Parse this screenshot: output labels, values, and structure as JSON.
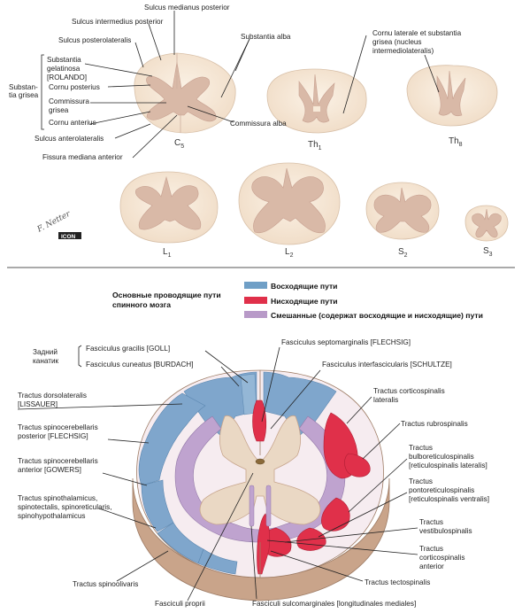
{
  "sections": {
    "top": {
      "left_labels": [
        "Sulcus medianus posterior",
        "Sulcus intermedius posterior",
        "Sulcus posterolateralis",
        "Substantia",
        "gelatinosa",
        "[ROLANDO]",
        "Cornu posterius",
        "Commissura",
        "grisea",
        "Cornu anterius",
        "Sulcus anterolateralis",
        "Fissura mediana anterior"
      ],
      "side_label_1": "Substan-",
      "side_label_2": "tia grisea",
      "substantia_alba": "Substantia alba",
      "commissura_alba": "Commissura alba",
      "cornu_laterale": [
        "Cornu laterale et substantia",
        "grisea (nucleus",
        "intermediolateralis)"
      ],
      "segments": [
        "C5",
        "Th1",
        "Th8",
        "L1",
        "L2",
        "S2",
        "S3"
      ],
      "signature": "F. Netter",
      "stamp": "ICON"
    },
    "bottom": {
      "title_1": "Основные проводящие пути",
      "title_2": "спинного мозга",
      "legend": [
        {
          "label": "Восходящие пути",
          "color": "#6f9fc6"
        },
        {
          "label": "Нисходящие пути",
          "color": "#e0304a"
        },
        {
          "label": "Смешанные (содержат восходящие и нисходящие) пути",
          "color": "#b89ac8"
        }
      ],
      "zadny_1": "Задний",
      "zadny_2": "канатик",
      "labels": {
        "goll": "Fasciculus gracilis [GOLL]",
        "burdach": "Fasciculus cuneatus [BURDACH]",
        "lissauer_1": "Tractus dorsolateralis",
        "lissauer_2": "[LISSAUER]",
        "flechsig_1": "Tractus spinocerebellaris",
        "flechsig_2": "posterior [FLECHSIG]",
        "gowers_1": "Tractus spinocerebellaris",
        "gowers_2": "anterior [GOWERS]",
        "spinothal_1": "Tractus spinothalamicus,",
        "spinothal_2": "spinotectalis, spinoreticularis,",
        "spinothal_3": "spinohypothalamicus",
        "spinoolivaris": "Tractus spinoolivaris",
        "proprii": "Fasciculi proprii",
        "sulcomarg": "Fasciculi sulcomarginales [longitudinales mediales]",
        "septomarg": "Fasciculus septomarginalis [FLECHSIG]",
        "schultze": "Fasciculus interfascicularis [SCHULTZE]",
        "cst_lat_1": "Tractus corticospinalis",
        "cst_lat_2": "lateralis",
        "rubro": "Tractus rubrospinalis",
        "bulbo_1": "Tractus",
        "bulbo_2": "bulboreticulospinalis",
        "bulbo_3": "[reticulospinalis lateralis]",
        "ponto_1": "Tractus",
        "ponto_2": "pontoreticulospinalis",
        "ponto_3": "[reticulospinalis ventralis]",
        "vest_1": "Tractus",
        "vest_2": "vestibulospinalis",
        "cst_ant_1": "Tractus",
        "cst_ant_2": "corticospinalis",
        "cst_ant_3": "anterior",
        "tecto": "Tractus tectospinalis"
      }
    }
  }
}
